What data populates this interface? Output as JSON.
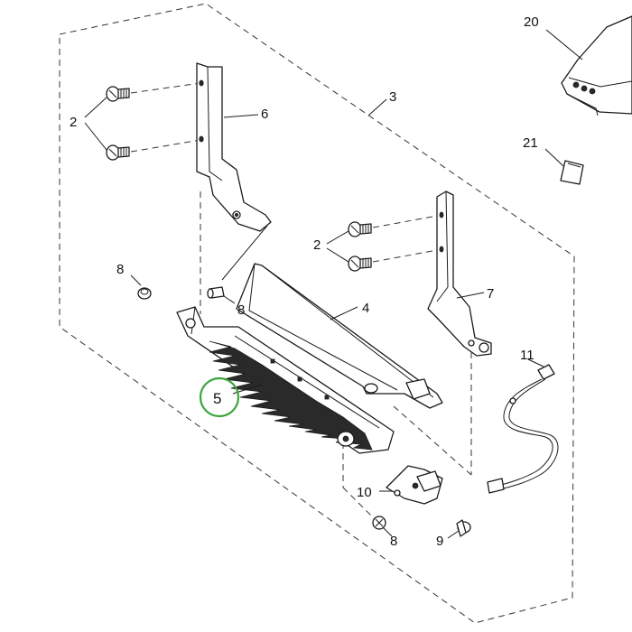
{
  "callouts": {
    "c2a": "2",
    "c3": "3",
    "c4": "4",
    "c5": "5",
    "c6": "6",
    "c7": "7",
    "c8a": "8",
    "c8b": "8",
    "c8c": "8",
    "c2b": "2",
    "c9": "9",
    "c10": "10",
    "c11": "11",
    "c20": "20",
    "c21": "21"
  },
  "colors": {
    "highlight": "#3aa63a",
    "line": "#1a1a1a"
  },
  "highlighted_callout": "5"
}
